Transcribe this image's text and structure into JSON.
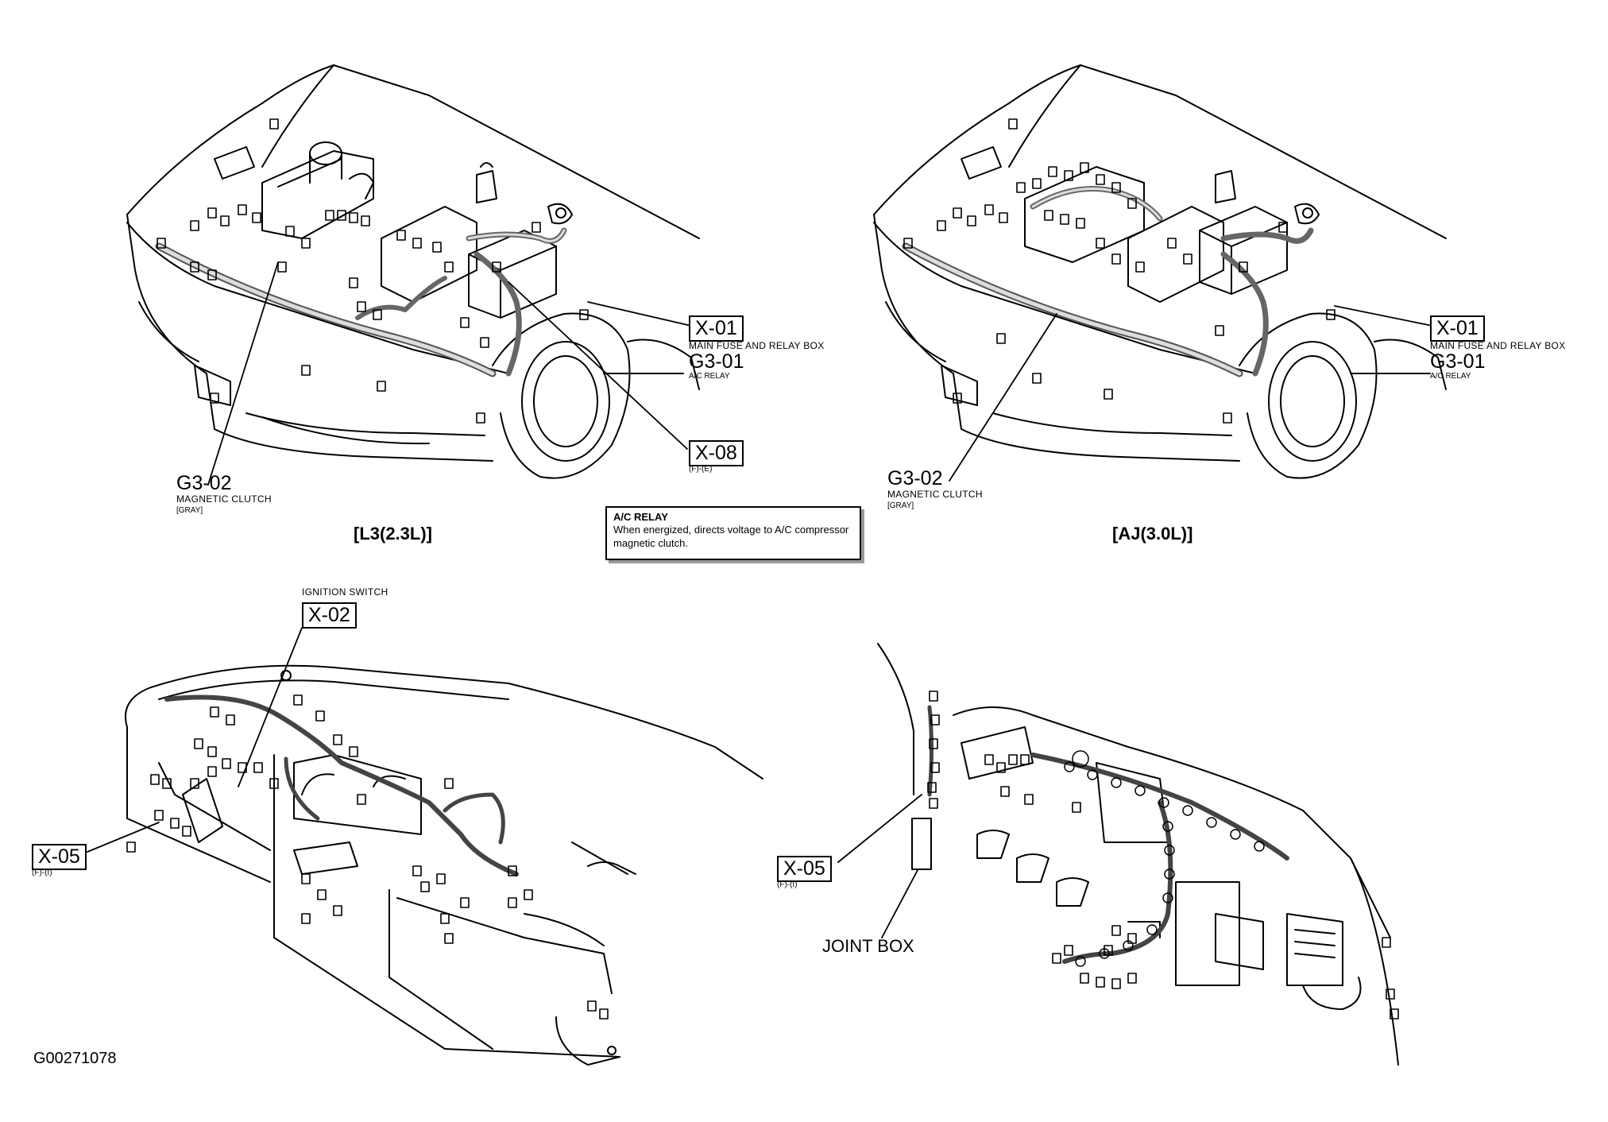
{
  "callouts": {
    "x01_left": {
      "code": "X-01",
      "title": "MAIN FUSE AND RELAY BOX",
      "sub_code": "G3-01",
      "sub_title": "A/C RELAY"
    },
    "x01_right": {
      "code": "X-01",
      "title": "MAIN FUSE AND RELAY BOX",
      "sub_code": "G3-01",
      "sub_title": "A/C RELAY"
    },
    "x08": {
      "code": "X-08",
      "sub": "(F)-(E)"
    },
    "g302_left": {
      "code": "G3-02",
      "title": "MAGNETIC CLUTCH",
      "sub": "[GRAY]"
    },
    "g302_right": {
      "code": "G3-02",
      "title": "MAGNETIC CLUTCH",
      "sub": "[GRAY]"
    },
    "x02": {
      "code": "X-02",
      "title": "IGNITION SWITCH"
    },
    "x05_left": {
      "code": "X-05",
      "sub": "(F)-(I)"
    },
    "x05_right": {
      "code": "X-05",
      "sub": "(F)-(I)"
    },
    "joint_box": "JOINT BOX"
  },
  "variants": {
    "left": "[L3(2.3L)]",
    "right": "[AJ(3.0L)]"
  },
  "relay_info": {
    "title": "A/C RELAY",
    "text": "When energized, directs voltage to A/C compressor magnetic clutch."
  },
  "figure_id": "G00271078"
}
